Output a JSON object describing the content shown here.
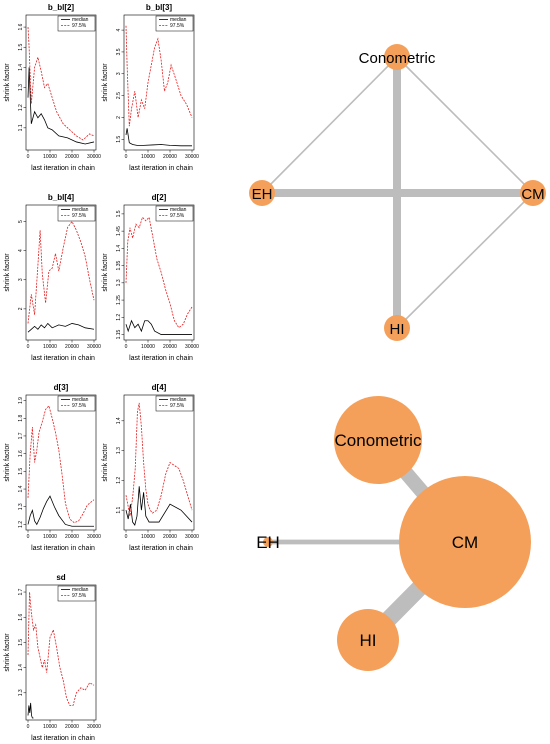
{
  "chart_data": [
    {
      "type": "line",
      "title": "b_bl[2]",
      "xlabel": "last iteration in chain",
      "ylabel": "shrink factor",
      "xlim": [
        0,
        30000
      ],
      "ylim": [
        1.0,
        1.65
      ],
      "xticks": [
        0,
        10000,
        20000,
        30000
      ],
      "yticks": [
        1.1,
        1.2,
        1.3,
        1.4,
        1.5,
        1.6
      ],
      "legend": [
        "median",
        "97.5%"
      ],
      "series": [
        {
          "name": "median",
          "color": "#000000",
          "dash": "solid",
          "x": [
            0,
            500,
            1500,
            3000,
            4500,
            6000,
            7500,
            9000,
            11000,
            14000,
            18000,
            22000,
            26000,
            30000
          ],
          "y": [
            1.25,
            1.4,
            1.12,
            1.18,
            1.15,
            1.17,
            1.14,
            1.1,
            1.09,
            1.06,
            1.05,
            1.03,
            1.02,
            1.03
          ]
        },
        {
          "name": "97.5%",
          "color": "#e41a1c",
          "dash": "dashed",
          "x": [
            0,
            500,
            1500,
            3000,
            4500,
            6000,
            7500,
            9000,
            11000,
            13000,
            16000,
            19000,
            22000,
            25000,
            28000,
            30000
          ],
          "y": [
            1.6,
            1.5,
            1.22,
            1.4,
            1.45,
            1.38,
            1.3,
            1.32,
            1.25,
            1.18,
            1.12,
            1.09,
            1.06,
            1.04,
            1.07,
            1.06
          ]
        }
      ]
    },
    {
      "type": "line",
      "title": "b_bl[3]",
      "xlabel": "last iteration in chain",
      "ylabel": "shrink factor",
      "xlim": [
        0,
        30000
      ],
      "ylim": [
        1.3,
        4.3
      ],
      "xticks": [
        0,
        10000,
        20000,
        30000
      ],
      "yticks": [
        1.5,
        2.0,
        2.5,
        3.0,
        3.5,
        4.0
      ],
      "legend": [
        "median",
        "97.5%"
      ],
      "series": [
        {
          "name": "median",
          "color": "#000000",
          "dash": "solid",
          "x": [
            0,
            500,
            1500,
            3000,
            5000,
            8000,
            12000,
            16000,
            20000,
            25000,
            30000
          ],
          "y": [
            1.6,
            1.75,
            1.42,
            1.38,
            1.36,
            1.36,
            1.37,
            1.38,
            1.36,
            1.35,
            1.35
          ]
        },
        {
          "name": "97.5%",
          "color": "#e41a1c",
          "dash": "dashed",
          "x": [
            0,
            500,
            1500,
            2500,
            4000,
            5500,
            7000,
            8500,
            10000,
            11500,
            13000,
            14500,
            16000,
            17500,
            19000,
            20500,
            22500,
            25000,
            27500,
            30000
          ],
          "y": [
            4.1,
            3.2,
            1.8,
            2.2,
            2.6,
            2.0,
            2.4,
            2.2,
            2.8,
            3.2,
            3.6,
            3.8,
            3.3,
            2.6,
            2.8,
            3.2,
            2.9,
            2.5,
            2.3,
            2.0
          ]
        }
      ]
    },
    {
      "type": "line",
      "title": "b_bl[4]",
      "xlabel": "last iteration in chain",
      "ylabel": "shrink factor",
      "xlim": [
        0,
        30000
      ],
      "ylim": [
        1.0,
        5.5
      ],
      "xticks": [
        0,
        10000,
        20000,
        30000
      ],
      "yticks": [
        2,
        3,
        4,
        5
      ],
      "legend": [
        "median",
        "97.5%"
      ],
      "series": [
        {
          "name": "median",
          "color": "#000000",
          "dash": "solid",
          "x": [
            0,
            1500,
            3000,
            4500,
            6000,
            7500,
            9000,
            11000,
            14000,
            17000,
            20000,
            23000,
            26000,
            30000
          ],
          "y": [
            1.2,
            1.3,
            1.4,
            1.3,
            1.45,
            1.35,
            1.5,
            1.35,
            1.45,
            1.4,
            1.5,
            1.45,
            1.35,
            1.3
          ]
        },
        {
          "name": "97.5%",
          "color": "#e41a1c",
          "dash": "dashed",
          "x": [
            0,
            1500,
            3000,
            4500,
            5500,
            6500,
            8000,
            9500,
            11000,
            12500,
            14000,
            16000,
            18000,
            20000,
            22000,
            24000,
            26000,
            28000,
            30000
          ],
          "y": [
            1.5,
            2.5,
            1.8,
            3.5,
            4.7,
            3.2,
            2.2,
            3.3,
            3.4,
            3.9,
            3.3,
            4.1,
            4.8,
            5.0,
            4.7,
            4.3,
            3.8,
            3.0,
            2.3
          ]
        }
      ]
    },
    {
      "type": "line",
      "title": "d[2]",
      "xlabel": "last iteration in chain",
      "ylabel": "shrink factor",
      "xlim": [
        0,
        30000
      ],
      "ylim": [
        1.14,
        1.52
      ],
      "xticks": [
        0,
        10000,
        20000,
        30000
      ],
      "yticks": [
        1.15,
        1.2,
        1.25,
        1.3,
        1.35,
        1.4,
        1.45,
        1.5
      ],
      "legend": [
        "median",
        "97.5%"
      ],
      "series": [
        {
          "name": "median",
          "color": "#000000",
          "dash": "solid",
          "x": [
            0,
            1000,
            2500,
            4000,
            5500,
            7000,
            8500,
            10000,
            11500,
            13000,
            16000,
            20000,
            25000,
            30000
          ],
          "y": [
            1.18,
            1.16,
            1.19,
            1.17,
            1.18,
            1.16,
            1.19,
            1.19,
            1.18,
            1.16,
            1.15,
            1.15,
            1.15,
            1.15
          ]
        },
        {
          "name": "97.5%",
          "color": "#e41a1c",
          "dash": "dashed",
          "x": [
            0,
            800,
            1800,
            3000,
            4500,
            6000,
            7500,
            9000,
            10500,
            12000,
            14000,
            16000,
            18000,
            20000,
            22000,
            24000,
            26000,
            28000,
            30000
          ],
          "y": [
            1.3,
            1.42,
            1.46,
            1.43,
            1.47,
            1.46,
            1.49,
            1.48,
            1.49,
            1.44,
            1.37,
            1.33,
            1.28,
            1.24,
            1.19,
            1.17,
            1.18,
            1.21,
            1.23
          ]
        }
      ]
    },
    {
      "type": "line",
      "title": "d[3]",
      "xlabel": "last iteration in chain",
      "ylabel": "shrink factor",
      "xlim": [
        0,
        30000
      ],
      "ylim": [
        1.18,
        1.92
      ],
      "xticks": [
        0,
        10000,
        20000,
        30000
      ],
      "yticks": [
        1.2,
        1.3,
        1.4,
        1.5,
        1.6,
        1.7,
        1.8,
        1.9
      ],
      "legend": [
        "median",
        "97.5%"
      ],
      "series": [
        {
          "name": "median",
          "color": "#000000",
          "dash": "solid",
          "x": [
            0,
            1000,
            2000,
            3000,
            4000,
            5500,
            7000,
            8500,
            10000,
            12000,
            14000,
            17000,
            20000,
            25000,
            30000
          ],
          "y": [
            1.2,
            1.25,
            1.28,
            1.22,
            1.2,
            1.24,
            1.29,
            1.33,
            1.36,
            1.3,
            1.25,
            1.2,
            1.19,
            1.19,
            1.19
          ]
        },
        {
          "name": "97.5%",
          "color": "#e41a1c",
          "dash": "dashed",
          "x": [
            0,
            1000,
            2000,
            3000,
            4000,
            5000,
            6500,
            8000,
            9500,
            11000,
            12500,
            14000,
            15500,
            17000,
            19000,
            21000,
            23000,
            25000,
            27000,
            30000
          ],
          "y": [
            1.35,
            1.6,
            1.75,
            1.55,
            1.62,
            1.72,
            1.78,
            1.85,
            1.87,
            1.8,
            1.72,
            1.62,
            1.48,
            1.32,
            1.23,
            1.21,
            1.22,
            1.26,
            1.31,
            1.34
          ]
        }
      ]
    },
    {
      "type": "line",
      "title": "d[4]",
      "xlabel": "last iteration in chain",
      "ylabel": "shrink factor",
      "xlim": [
        0,
        30000
      ],
      "ylim": [
        1.04,
        1.48
      ],
      "xticks": [
        0,
        10000,
        20000,
        30000
      ],
      "yticks": [
        1.1,
        1.2,
        1.3,
        1.4
      ],
      "legend": [
        "median",
        "97.5%"
      ],
      "series": [
        {
          "name": "median",
          "color": "#000000",
          "dash": "solid",
          "x": [
            0,
            1000,
            2000,
            3000,
            4000,
            5000,
            6000,
            7000,
            8000,
            9000,
            10500,
            12000,
            15000,
            20000,
            25000,
            30000
          ],
          "y": [
            1.1,
            1.07,
            1.12,
            1.06,
            1.05,
            1.08,
            1.18,
            1.1,
            1.16,
            1.08,
            1.06,
            1.06,
            1.06,
            1.12,
            1.1,
            1.06
          ]
        },
        {
          "name": "97.5%",
          "color": "#e41a1c",
          "dash": "dashed",
          "x": [
            0,
            800,
            1800,
            3000,
            4200,
            5200,
            6000,
            7000,
            8000,
            9000,
            10000,
            11000,
            12000,
            14000,
            16000,
            18000,
            20000,
            22000,
            24000,
            26000,
            28000,
            30000
          ],
          "y": [
            1.15,
            1.12,
            1.08,
            1.14,
            1.24,
            1.43,
            1.46,
            1.38,
            1.26,
            1.17,
            1.12,
            1.1,
            1.09,
            1.1,
            1.15,
            1.22,
            1.26,
            1.25,
            1.24,
            1.2,
            1.15,
            1.1
          ]
        }
      ]
    },
    {
      "type": "line",
      "title": "sd",
      "xlabel": "last iteration in chain",
      "ylabel": "shrink factor",
      "xlim": [
        0,
        30000
      ],
      "ylim": [
        1.2,
        1.72
      ],
      "xticks": [
        0,
        10000,
        20000,
        30000
      ],
      "yticks": [
        1.3,
        1.4,
        1.5,
        1.6,
        1.7
      ],
      "legend": [
        "median",
        "97.5%"
      ],
      "series": [
        {
          "name": "median",
          "color": "#000000",
          "dash": "solid",
          "x": [
            0,
            400,
            800,
            1200,
            1600,
            2000,
            2500
          ],
          "y": [
            1.21,
            1.25,
            1.22,
            1.26,
            1.21,
            1.2,
            1.2
          ]
        },
        {
          "name": "97.5%",
          "color": "#e41a1c",
          "dash": "dashed",
          "x": [
            0,
            700,
            1500,
            2500,
            3500,
            4500,
            5500,
            6500,
            7500,
            8500,
            10000,
            11500,
            13000,
            14500,
            16000,
            17500,
            19000,
            20500,
            22000,
            24000,
            26000,
            28000,
            30000
          ],
          "y": [
            1.45,
            1.7,
            1.62,
            1.55,
            1.57,
            1.48,
            1.44,
            1.4,
            1.43,
            1.38,
            1.52,
            1.55,
            1.48,
            1.4,
            1.35,
            1.28,
            1.25,
            1.25,
            1.3,
            1.32,
            1.31,
            1.34,
            1.33
          ]
        }
      ]
    }
  ],
  "networks": [
    {
      "nodes": [
        {
          "id": "Conometric",
          "label": "Conometric",
          "color": "#f4a05a",
          "size": 1
        },
        {
          "id": "EH",
          "label": "EH",
          "color": "#f4a05a",
          "size": 1
        },
        {
          "id": "CM",
          "label": "CM",
          "color": "#f4a05a",
          "size": 1
        },
        {
          "id": "HI",
          "label": "HI",
          "color": "#f4a05a",
          "size": 1
        }
      ],
      "edges": [
        {
          "source": "Conometric",
          "target": "HI",
          "weight": 5
        },
        {
          "source": "EH",
          "target": "CM",
          "weight": 5
        },
        {
          "source": "Conometric",
          "target": "EH",
          "weight": 1
        },
        {
          "source": "Conometric",
          "target": "CM",
          "weight": 1
        },
        {
          "source": "HI",
          "target": "CM",
          "weight": 1
        }
      ],
      "edge_color": "#bdbdbd"
    },
    {
      "nodes": [
        {
          "id": "Conometric",
          "label": "Conometric",
          "color": "#f4a05a",
          "size": 3.5
        },
        {
          "id": "EH",
          "label": "EH",
          "color": "#f4a05a",
          "size": 0.3
        },
        {
          "id": "CM",
          "label": "CM",
          "color": "#f4a05a",
          "size": 8
        },
        {
          "id": "HI",
          "label": "HI",
          "color": "#f4a05a",
          "size": 3
        }
      ],
      "edges": [
        {
          "source": "Conometric",
          "target": "CM",
          "weight": 6
        },
        {
          "source": "HI",
          "target": "CM",
          "weight": 7
        },
        {
          "source": "EH",
          "target": "CM",
          "weight": 2
        }
      ],
      "edge_color": "#bdbdbd"
    }
  ]
}
